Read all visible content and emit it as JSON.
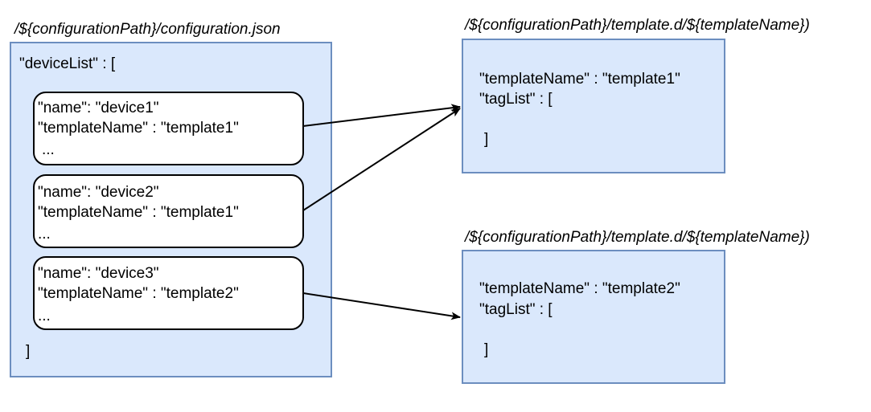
{
  "config_file": {
    "path": "/${configurationPath}/configuration.json",
    "header": "\"deviceList\" : [",
    "footer": "]",
    "devices": [
      {
        "name_line": "\"name\": \"device1\"",
        "template_line": "\"templateName\" : \"template1\"",
        "ellipsis": "..."
      },
      {
        "name_line": "\"name\": \"device2\"",
        "template_line": "\"templateName\" : \"template1\"",
        "ellipsis": "..."
      },
      {
        "name_line": "\"name\": \"device3\"",
        "template_line": "\"templateName\" : \"template2\"",
        "ellipsis": "..."
      }
    ]
  },
  "templates": [
    {
      "path": "/${configurationPath}/template.d/${templateName})",
      "name_line": "\"templateName\" : \"template1\"",
      "taglist_line": "\"tagList\" : [",
      "close": "]"
    },
    {
      "path": "/${configurationPath}/template.d/${templateName})",
      "name_line": "\"templateName\" : \"template2\"",
      "taglist_line": "\"tagList\" : [",
      "close": "]"
    }
  ],
  "edges": [
    {
      "from": "device1",
      "to": "template1"
    },
    {
      "from": "device2",
      "to": "template1"
    },
    {
      "from": "device3",
      "to": "template2"
    }
  ],
  "colors": {
    "panel_fill": "#dae8fc",
    "panel_border": "#6c8ebf",
    "card_fill": "#ffffff",
    "card_border": "#000000",
    "arrow": "#000000"
  }
}
